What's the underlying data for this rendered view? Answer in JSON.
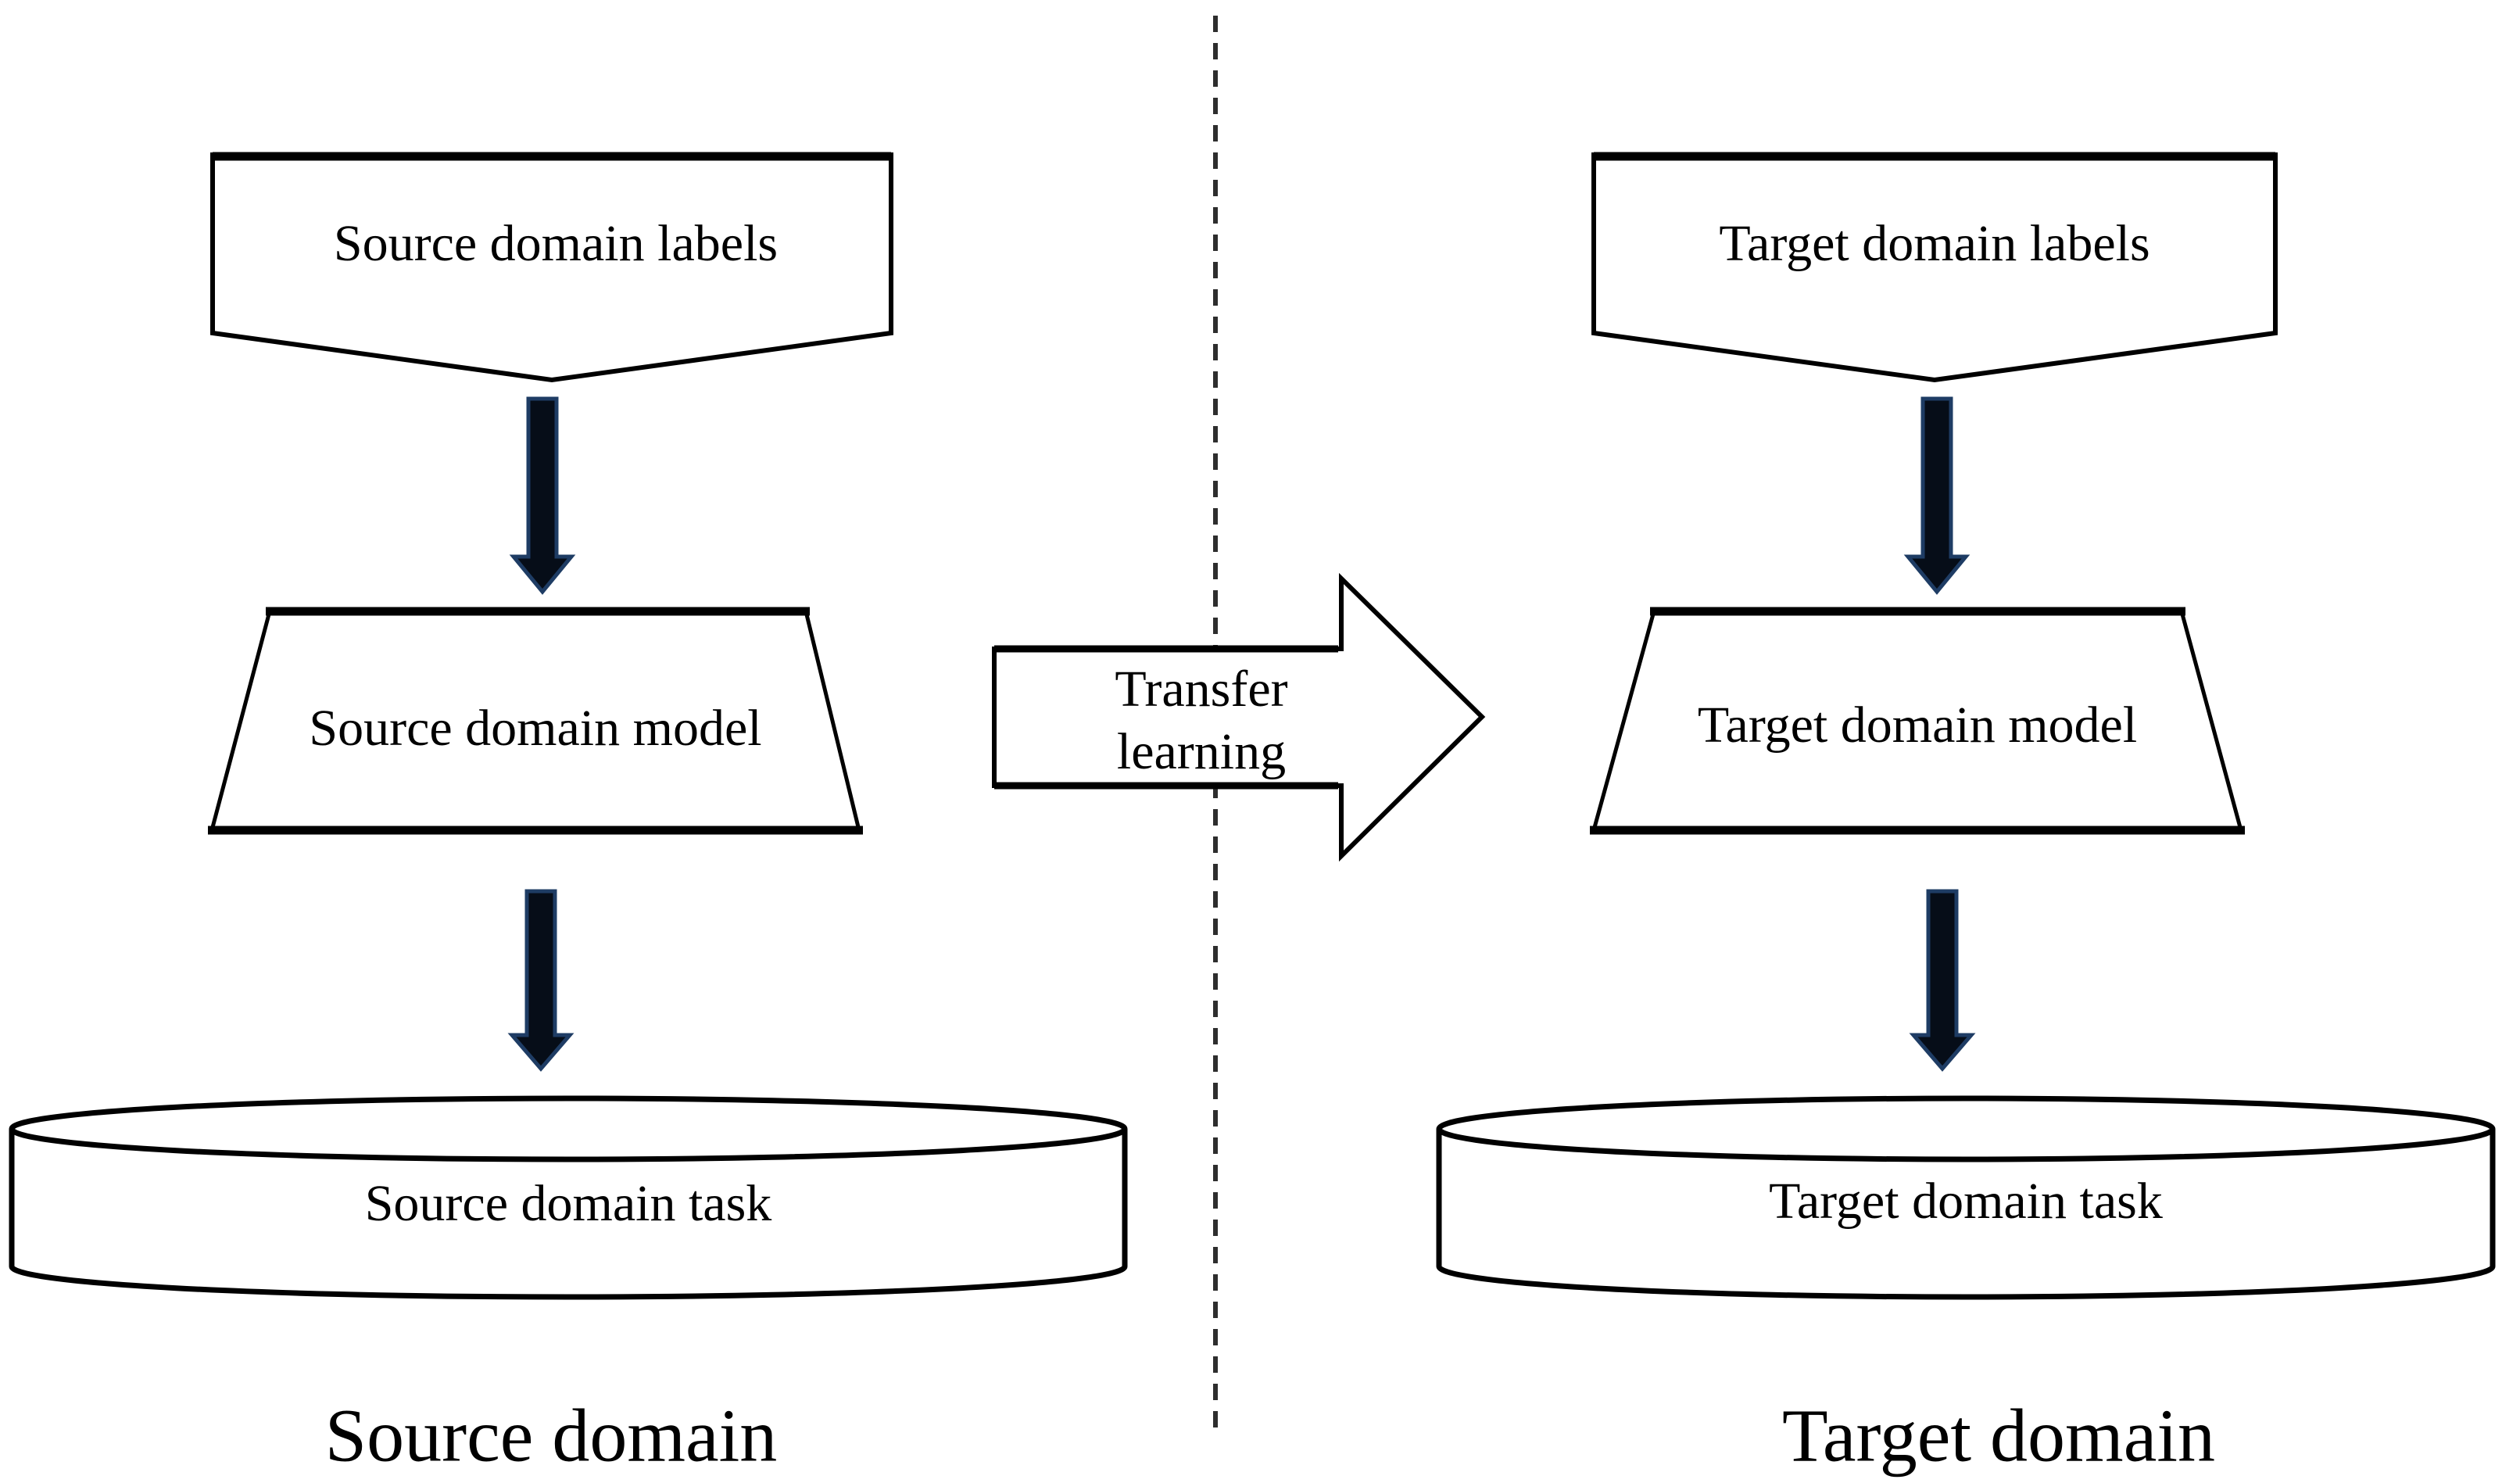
{
  "figure": {
    "left_panel": {
      "labels_shape": "Source domain labels",
      "model_shape": "Source domain model",
      "task_shape": "Source domain task",
      "caption": "Source domain"
    },
    "right_panel": {
      "labels_shape": "Target domain labels",
      "model_shape": "Target domain model",
      "task_shape": "Target domain task",
      "caption": "Target domain"
    },
    "transfer_arrow": {
      "line1": "Transfer",
      "line2": "learning"
    }
  },
  "colors": {
    "background": "#ffffff",
    "outline": "#000000",
    "text": "#000000",
    "arrow_fill": "#060d18",
    "arrow_stroke": "#1e3c64",
    "dashed_line": "#2e2e2e"
  }
}
